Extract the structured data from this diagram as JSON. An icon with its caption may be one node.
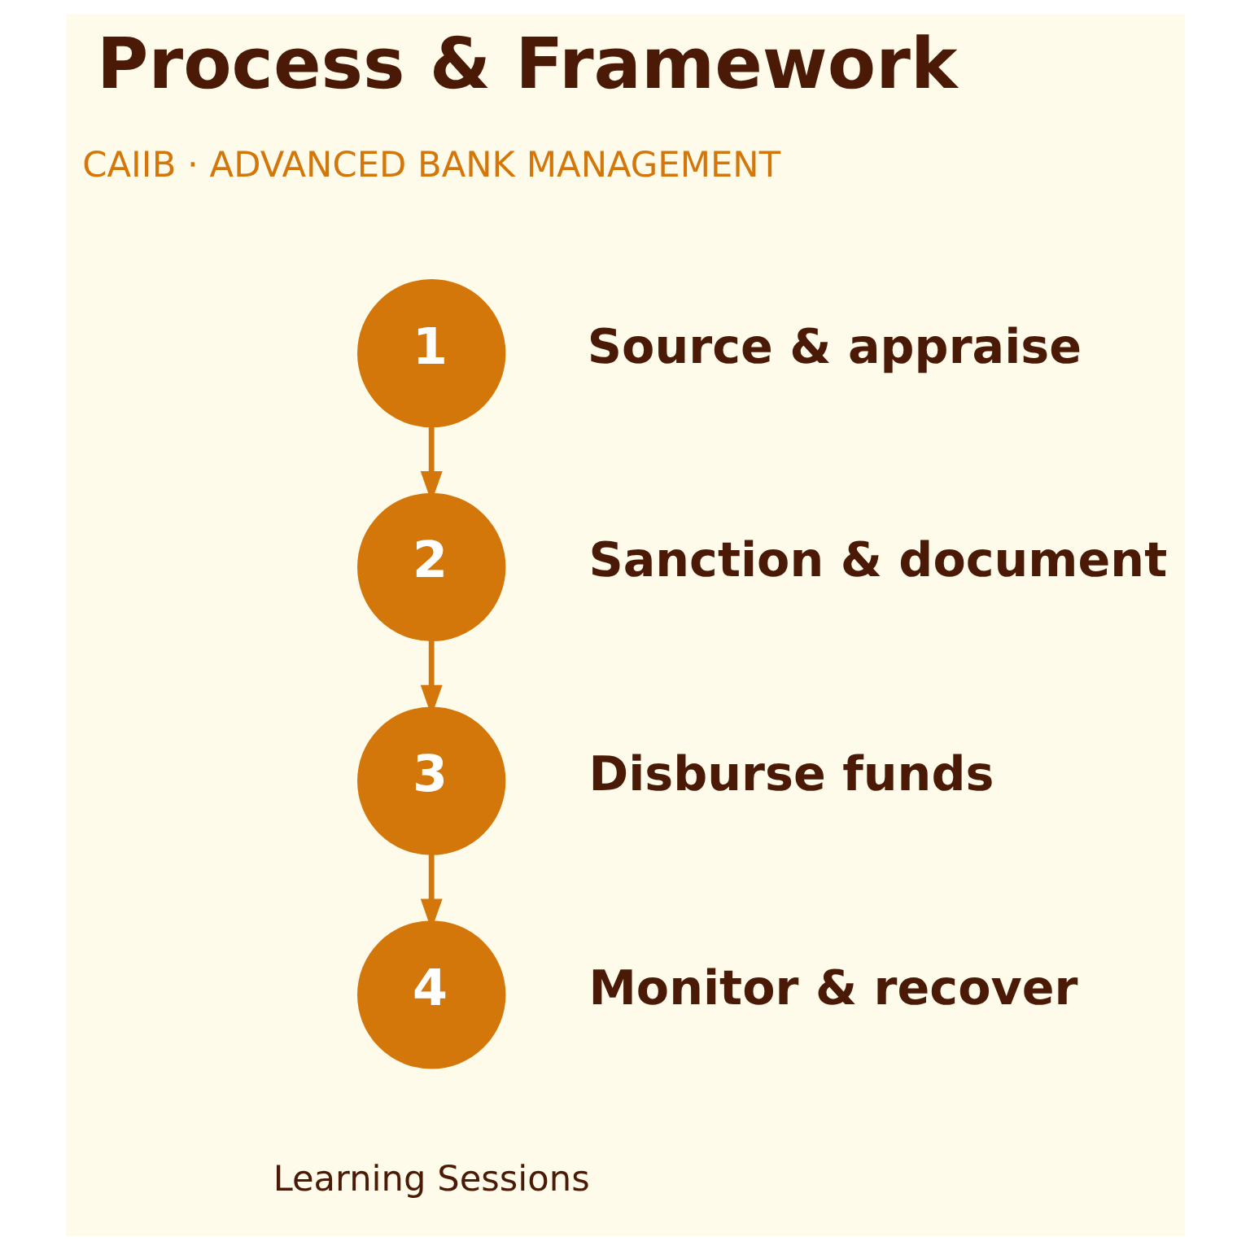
{
  "diagram": {
    "title": "Process & Framework",
    "nodes": [
      {
        "text": [
          "1"
        ],
        "beside": [
          "Source & appraise"
        ]
      },
      {
        "text": [
          "2"
        ],
        "beside": [
          "Sanction & document"
        ]
      },
      {
        "text": [
          "3"
        ],
        "beside": [
          "Disburse funds"
        ]
      },
      {
        "text": [
          "4"
        ],
        "beside": [
          "Monitor & recover"
        ]
      }
    ],
    "edges": [
      {
        "from": 0,
        "to": 1,
        "arrow": "to"
      },
      {
        "from": 1,
        "to": 2,
        "arrow": "to"
      },
      {
        "from": 2,
        "to": 3,
        "arrow": "to"
      }
    ],
    "labels": [
      "CAIIB · ADVANCED BANK MANAGEMENT",
      "Learning Sessions"
    ]
  }
}
